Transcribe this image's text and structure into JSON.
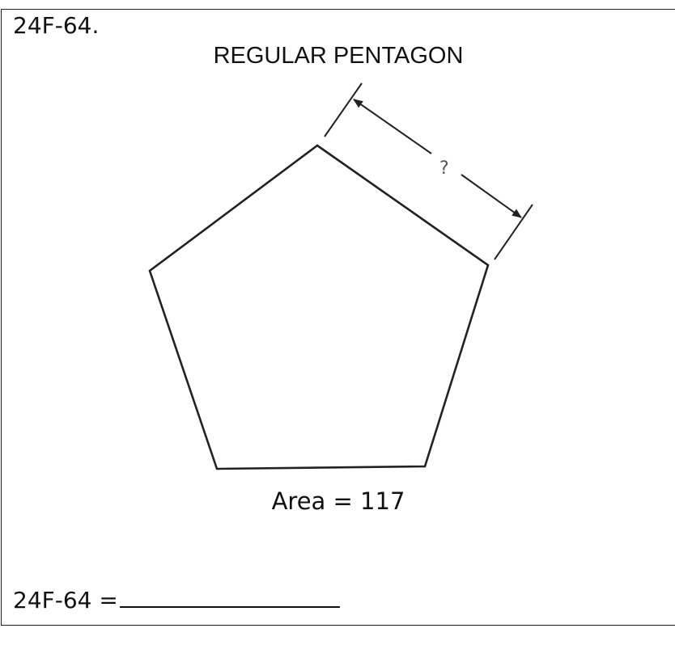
{
  "problem": {
    "id_label": "24F-64.",
    "title": "REGULAR PENTAGON",
    "area_label": "Area = 117",
    "unknown_mark": "?",
    "answer_prompt": "24F-64 ="
  },
  "figure": {
    "shape": "regular pentagon",
    "given_area": 117,
    "unknown": "side length",
    "dimension_arrow": "double-headed, parallel to upper-right side"
  },
  "colors": {
    "line": "#222222",
    "text": "#111111",
    "question_mark": "#555555",
    "background": "#ffffff"
  }
}
